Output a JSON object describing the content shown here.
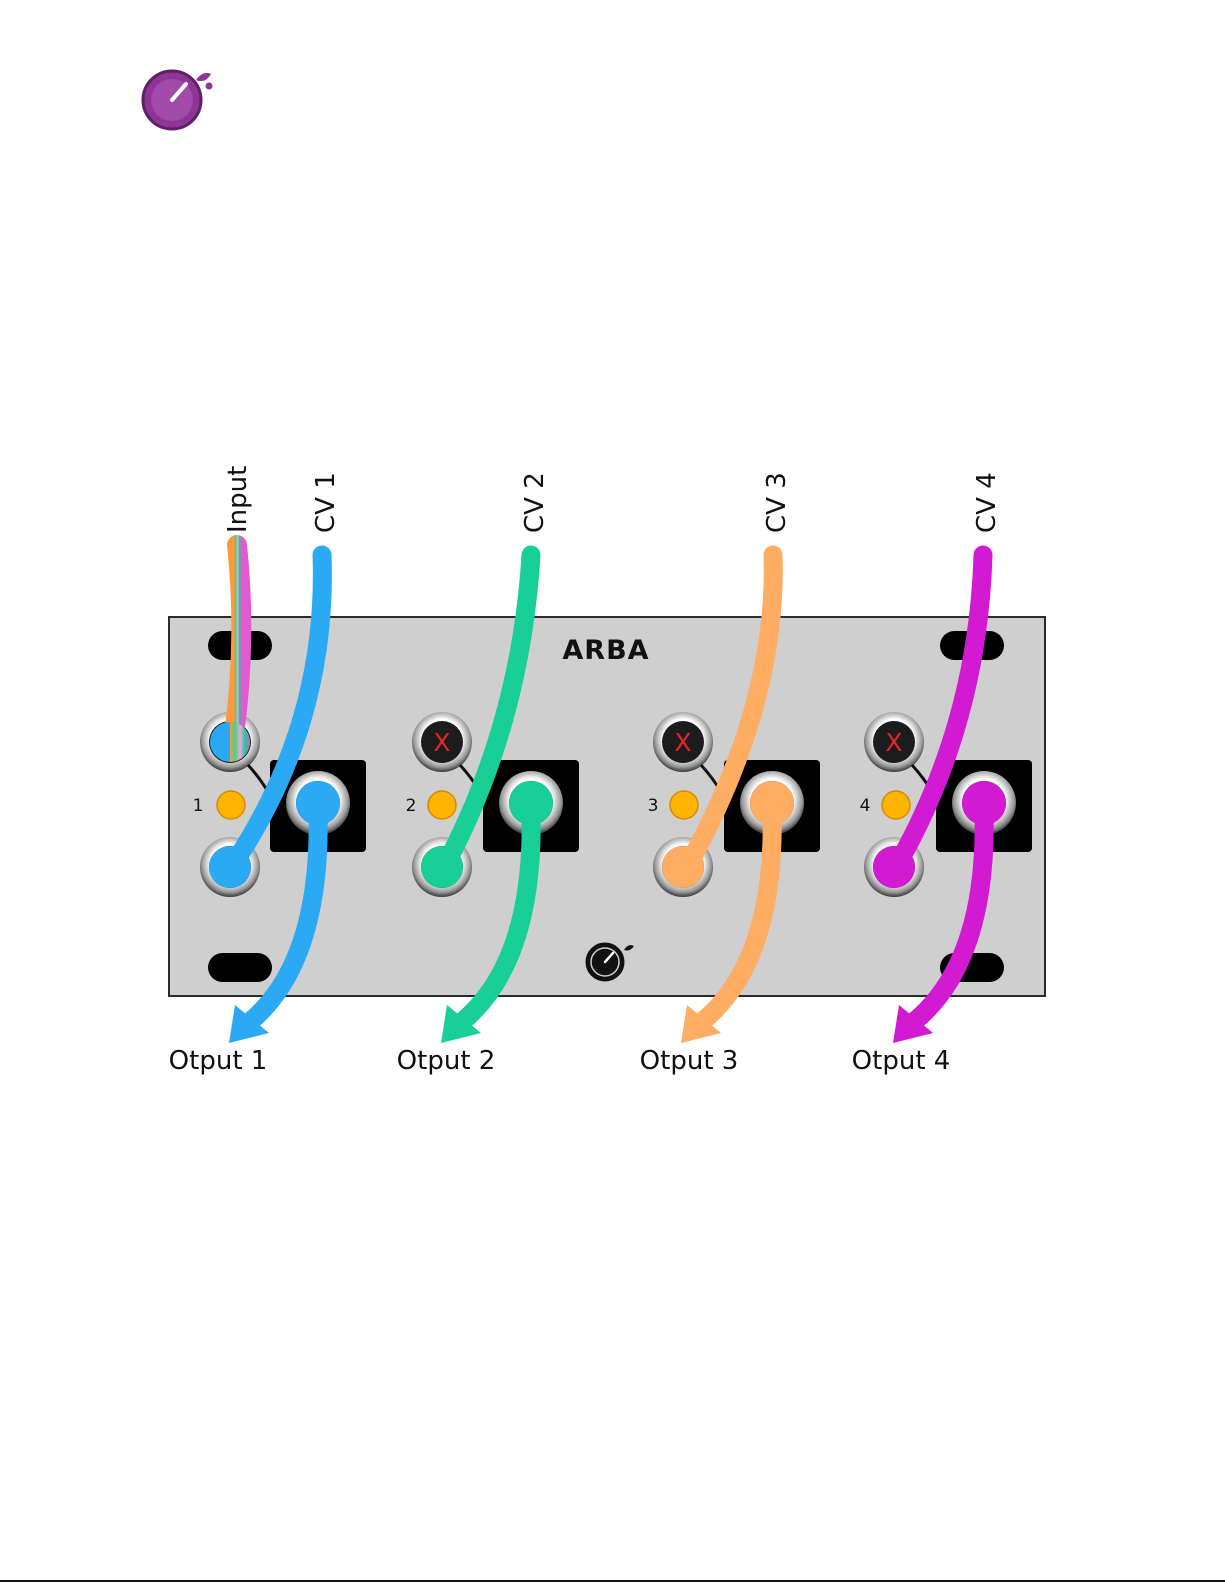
{
  "module": {
    "name": "ARBA",
    "input_label": "Input",
    "channels": [
      {
        "number": "1",
        "cv_label": "CV 1",
        "output_label": "Otput 1",
        "color": "#2aa9f5",
        "mute_mark": ""
      },
      {
        "number": "2",
        "cv_label": "CV 2",
        "output_label": "Otput 2",
        "color": "#17cf97",
        "mute_mark": "X"
      },
      {
        "number": "3",
        "cv_label": "CV 3",
        "output_label": "Otput 3",
        "color": "#ffad63",
        "mute_mark": "X"
      },
      {
        "number": "4",
        "cv_label": "CV 4",
        "output_label": "Otput 4",
        "color": "#d21ad2",
        "mute_mark": "X"
      }
    ],
    "panel_color": "#cfcfcf",
    "led_color": "#ffb400",
    "logo_color": "#8f3596"
  }
}
